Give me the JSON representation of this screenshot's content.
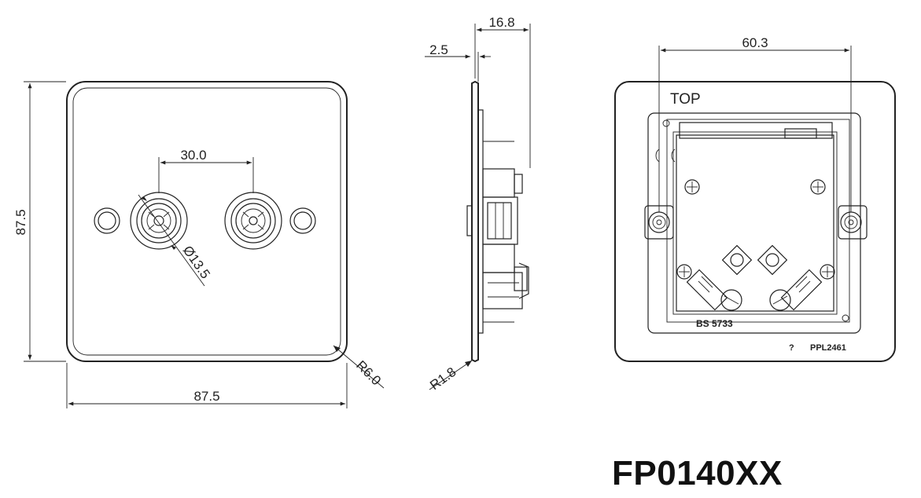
{
  "dimensions": {
    "height": "87.5",
    "width": "87.5",
    "center_spacing": "30.0",
    "socket_diameter": "Ø13.5",
    "corner_radius": "R6.0",
    "side_depth": "16.8",
    "plate_thickness": "2.5",
    "side_radius": "R1.8",
    "fixing_centres": "60.3"
  },
  "back_view": {
    "top_label": "TOP",
    "standard_label": "BS 5733",
    "part_label": "PPL2461"
  },
  "model": {
    "code": "FP0140XX"
  }
}
